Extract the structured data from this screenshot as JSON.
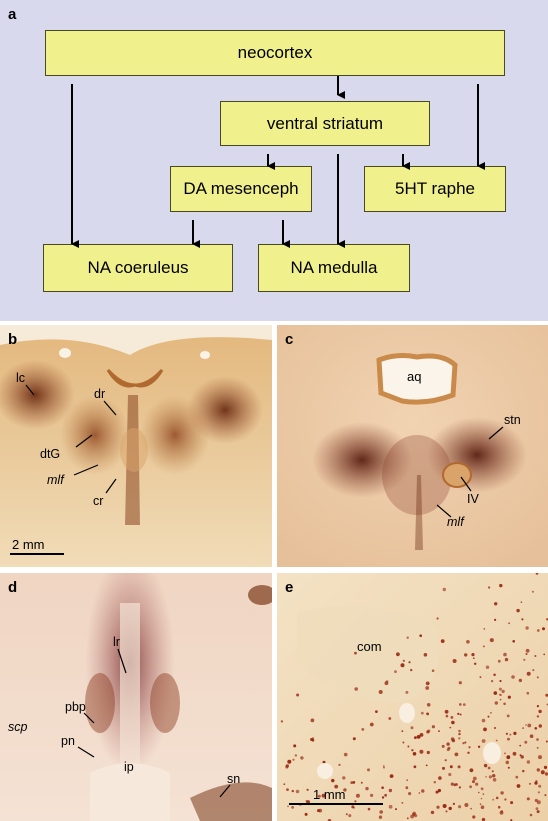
{
  "panel_a": {
    "letter": "a",
    "boxes": {
      "neocortex": "neocortex",
      "ventral_striatum": "ventral striatum",
      "da_mesenceph": "DA mesenceph",
      "ht_raphe": "5HT raphe",
      "na_coeruleus": "NA coeruleus",
      "na_medulla": "NA medulla"
    }
  },
  "panel_b": {
    "letter": "b",
    "labels": {
      "lc": "lc",
      "dr": "dr",
      "dtG": "dtG",
      "mlf": "mlf",
      "cr": "cr"
    },
    "scale_bar": "2 mm"
  },
  "panel_c": {
    "letter": "c",
    "labels": {
      "aq": "aq",
      "stn": "stn",
      "IV": "IV",
      "mlf": "mlf"
    }
  },
  "panel_d": {
    "letter": "d",
    "labels": {
      "lr": "lr",
      "pbp": "pbp",
      "scp": "scp",
      "pn": "pn",
      "ip": "ip",
      "sn": "sn"
    }
  },
  "panel_e": {
    "letter": "e",
    "labels": {
      "com": "com"
    },
    "scale_bar": "1 mm"
  },
  "colors": {
    "diagram_background": "#d9d9ee",
    "box_fill": "#f0f08c",
    "tissue_background": "#f3e6cc",
    "stain_brown": "#6b2e14"
  }
}
